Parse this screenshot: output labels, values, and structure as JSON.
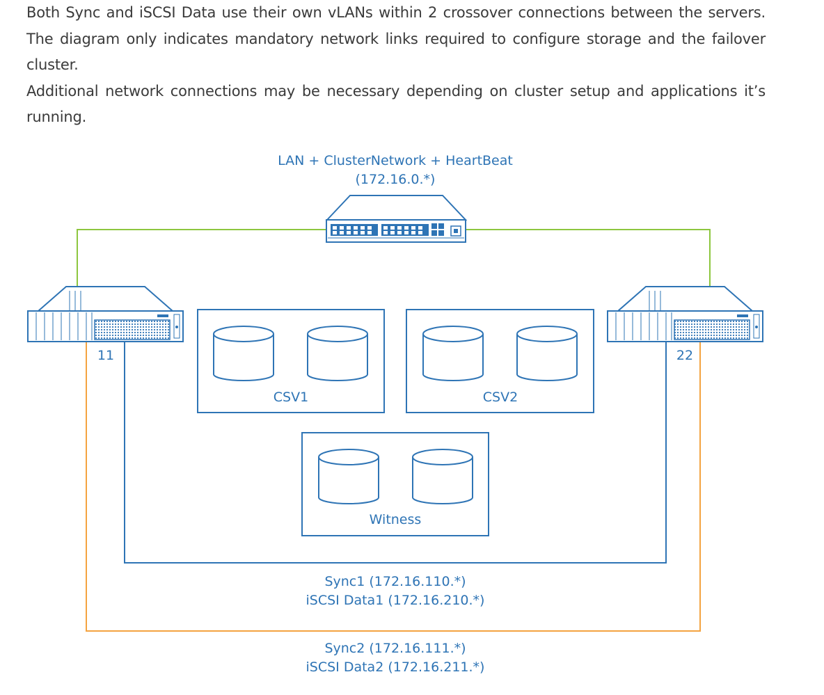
{
  "intro": {
    "paragraph1": "Both Sync and iSCSI Data use their own vLANs within 2 crossover connections between the servers. The diagram only indicates mandatory network links required to configure storage and the failover cluster.",
    "paragraph2": "Additional network connections may be necessary depending on cluster setup and applications it’s running."
  },
  "diagram": {
    "switch": {
      "label_line1": "LAN + ClusterNetwork + HeartBeat",
      "label_line2": "(172.16.0.*)"
    },
    "servers": [
      {
        "label": "11"
      },
      {
        "label": "22"
      }
    ],
    "storage_groups": [
      {
        "label": "CSV1"
      },
      {
        "label": "CSV2"
      },
      {
        "label": "Witness"
      }
    ],
    "links": {
      "inner_line1": "Sync1 (172.16.110.*)",
      "inner_line2": "iSCSI Data1 (172.16.210.*)",
      "outer_line1": "Sync2 (172.16.111.*)",
      "outer_line2": "iSCSI Data2 (172.16.211.*)"
    },
    "colors": {
      "device_blue": "#2e74b5",
      "lan_green": "#8dc63f",
      "crossover_orange": "#f4a340",
      "text_gray": "#3a3a3a"
    }
  }
}
